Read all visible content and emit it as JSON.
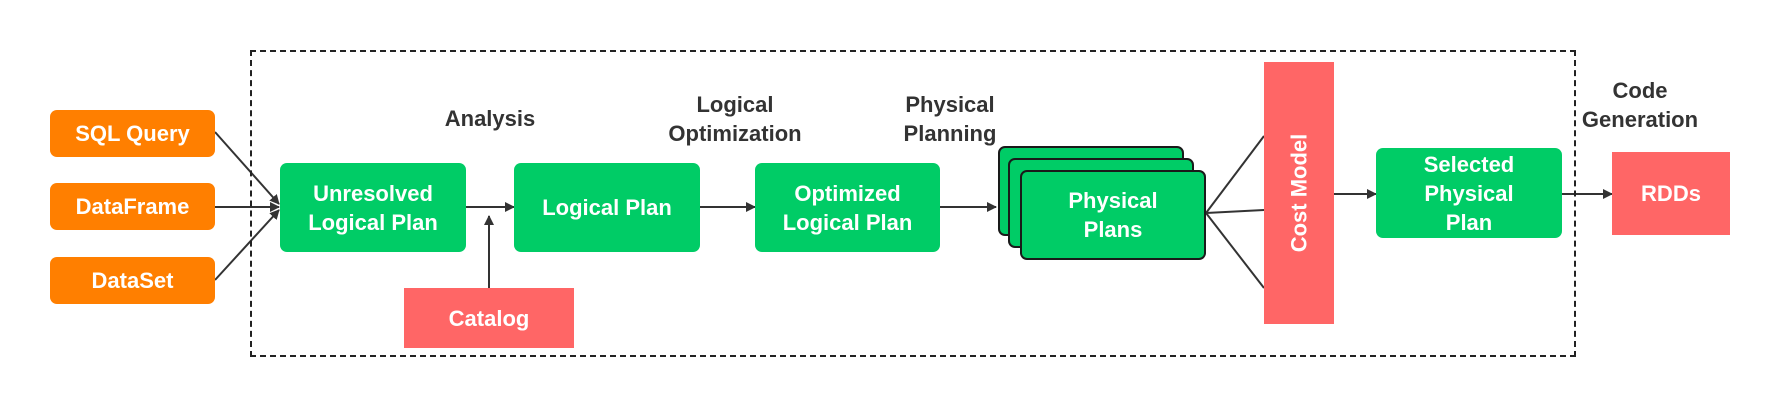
{
  "inputs": {
    "sql_query": "SQL Query",
    "dataframe": "DataFrame",
    "dataset": "DataSet"
  },
  "stages": {
    "analysis": "Analysis",
    "logical_optimization": "Logical\nOptimization",
    "physical_planning": "Physical\nPlanning",
    "code_generation": "Code\nGeneration"
  },
  "nodes": {
    "unresolved_logical_plan": "Unresolved\nLogical Plan",
    "logical_plan": "Logical Plan",
    "optimized_logical_plan": "Optimized\nLogical Plan",
    "physical_plans": "Physical\nPlans",
    "cost_model": "Cost Model",
    "selected_physical_plan": "Selected\nPhysical\nPlan",
    "catalog": "Catalog",
    "rdds": "RDDs"
  },
  "colors": {
    "input": "#ff7f00",
    "plan": "#00cc66",
    "external": "#ff6666",
    "edge": "#333333"
  }
}
